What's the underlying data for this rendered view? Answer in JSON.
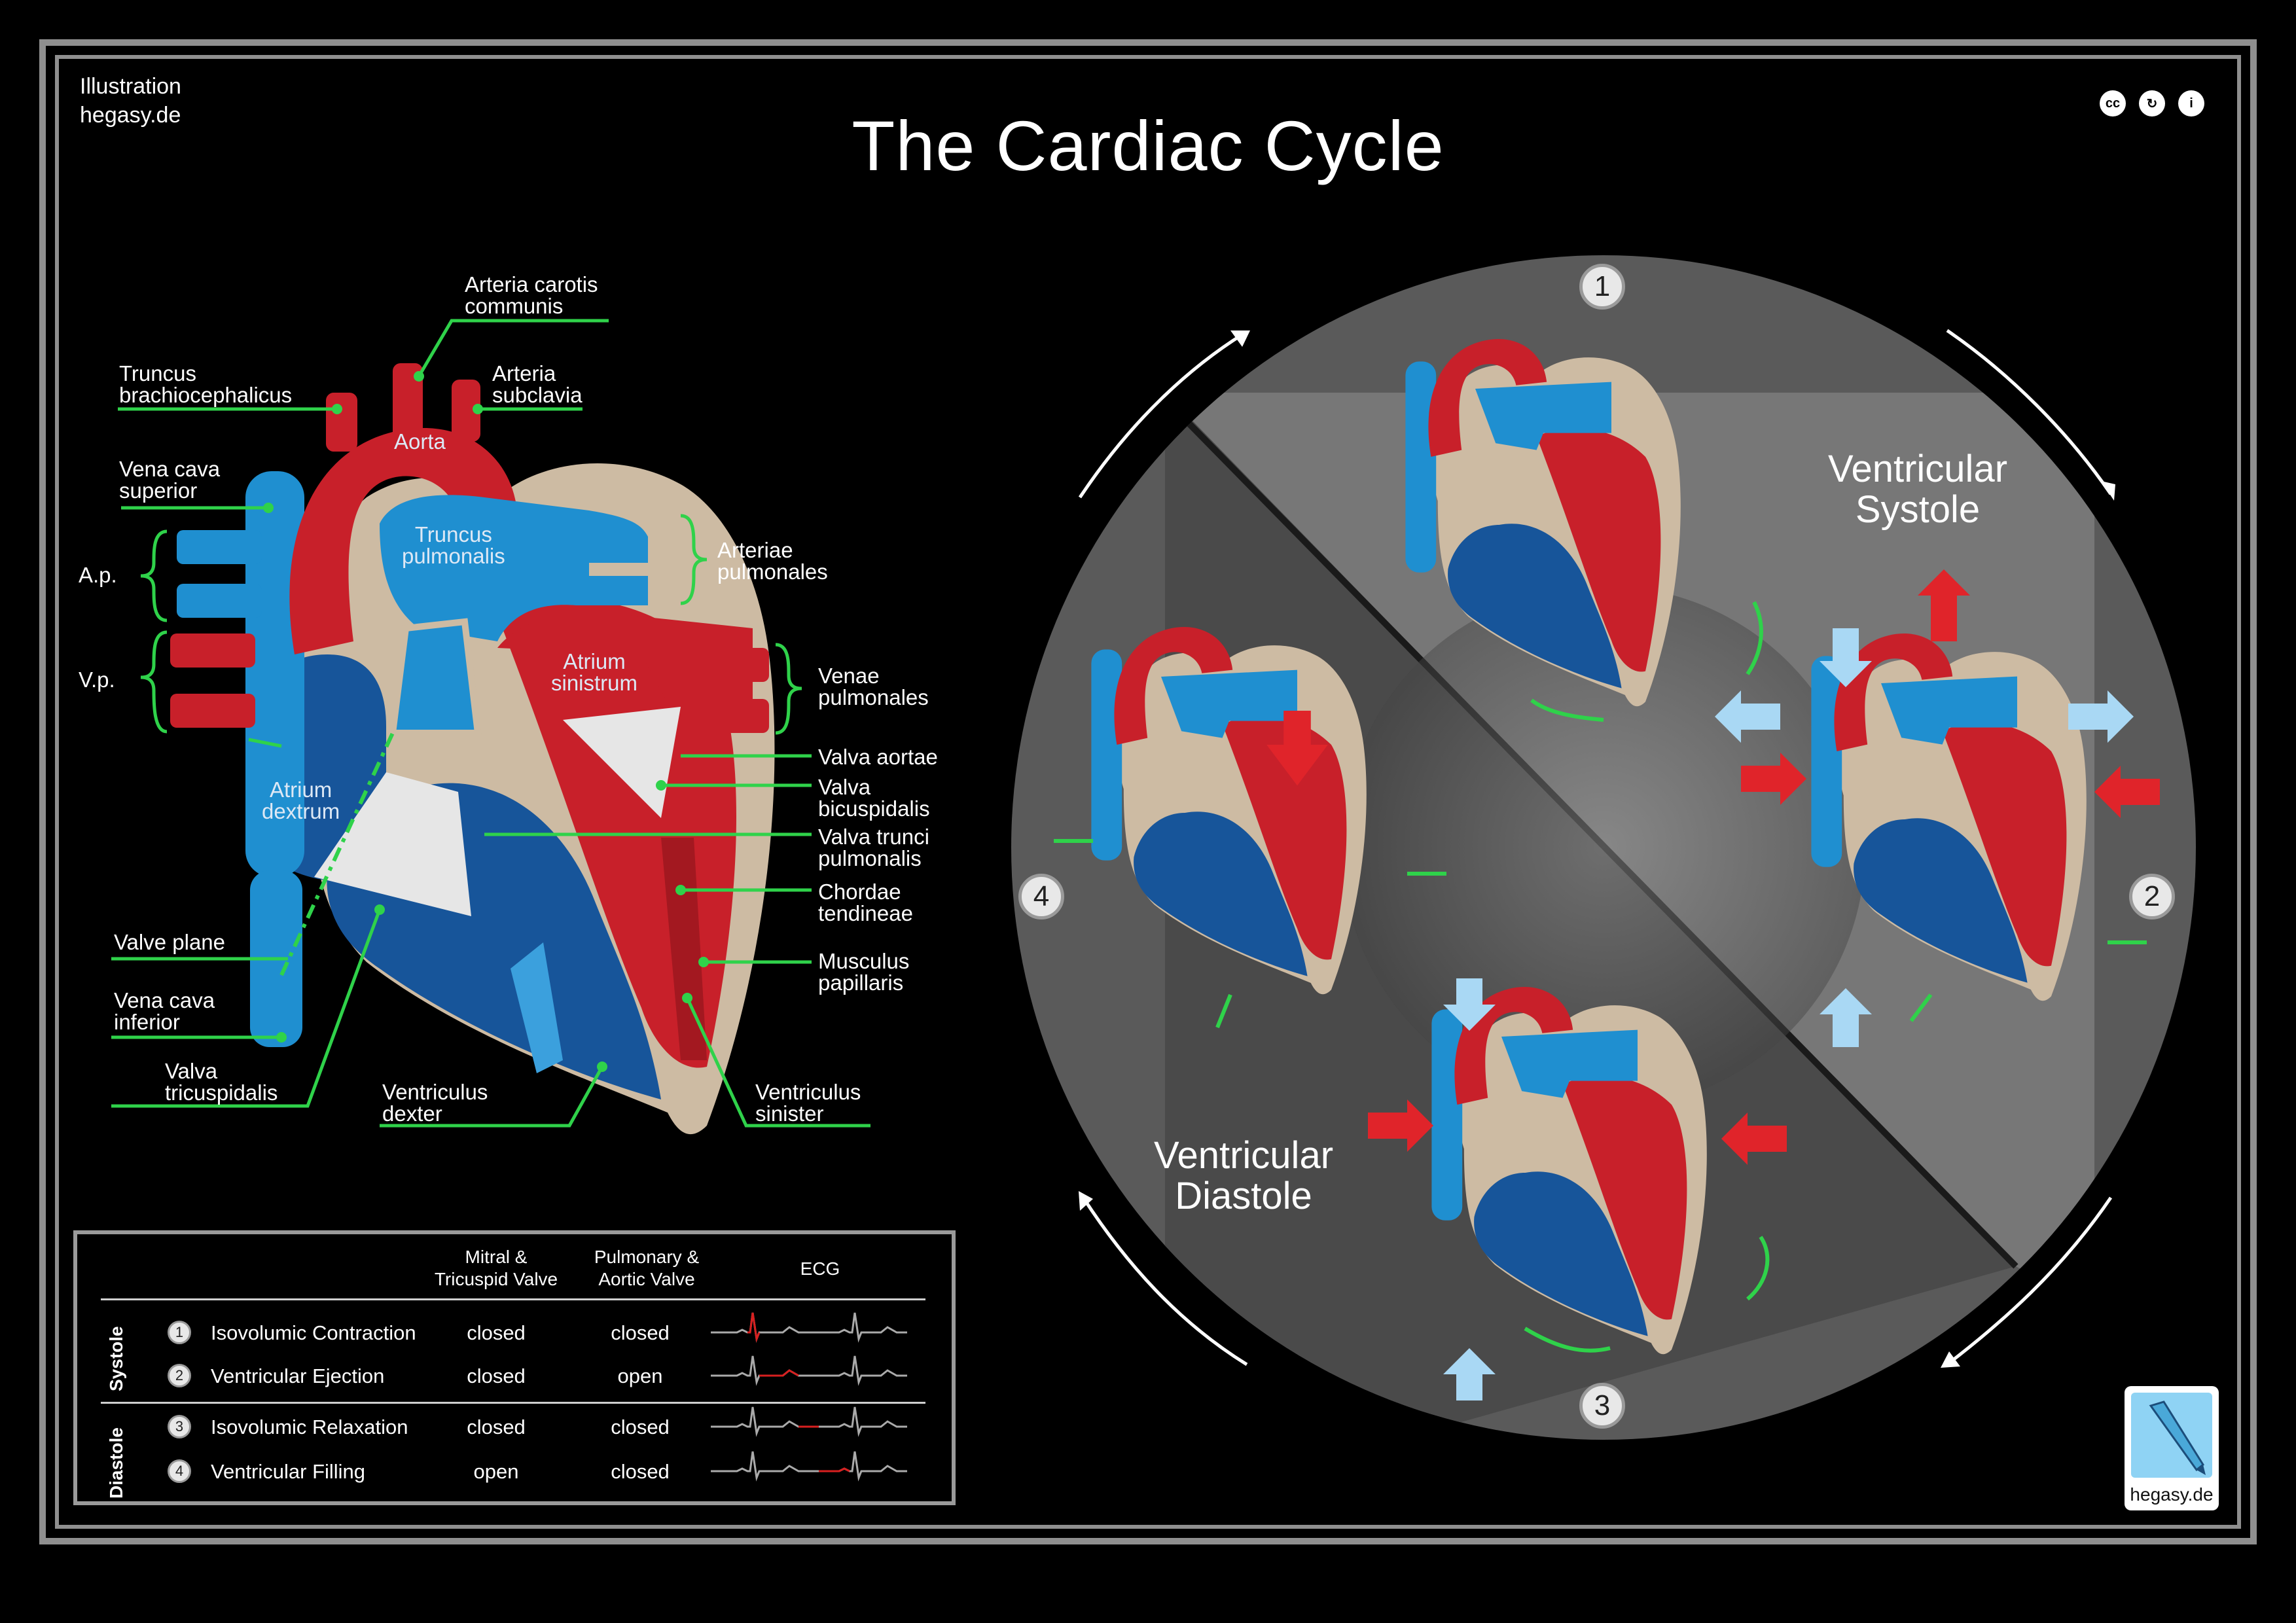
{
  "credit": {
    "line1": "Illustration",
    "line2": "hegasy.de"
  },
  "title": "The Cardiac Cycle",
  "license_icons": [
    "cc-icon",
    "by-icon",
    "info-icon"
  ],
  "anatomy_labels": {
    "carotis": [
      "Arteria carotis",
      "communis"
    ],
    "brachio": [
      "Truncus",
      "brachiocephalicus"
    ],
    "subclavia": [
      "Arteria",
      "subclavia"
    ],
    "aorta": "Aorta",
    "vcs": [
      "Vena cava",
      "superior"
    ],
    "truncus_pulm": [
      "Truncus",
      "pulmonalis"
    ],
    "arteriae_pulm": [
      "Arteriae",
      "pulmonales"
    ],
    "ap": "A.p.",
    "vp": "V.p.",
    "atrium_sin": [
      "Atrium",
      "sinistrum"
    ],
    "venae_pulm": [
      "Venae",
      "pulmonales"
    ],
    "atrium_dex": [
      "Atrium",
      "dextrum"
    ],
    "valva_aortae": "Valva aortae",
    "valva_bicusp": [
      "Valva",
      "bicuspidalis"
    ],
    "valva_trunci": [
      "Valva trunci",
      "pulmonalis"
    ],
    "chordae": [
      "Chordae",
      "tendineae"
    ],
    "musculus": [
      "Musculus",
      "papillaris"
    ],
    "valve_plane": "Valve plane",
    "vci": [
      "Vena cava",
      "inferior"
    ],
    "valva_tricusp": [
      "Valva",
      "tricuspidalis"
    ],
    "ventr_dex": [
      "Ventriculus",
      "dexter"
    ],
    "ventr_sin": [
      "Ventriculus",
      "sinister"
    ]
  },
  "cycle": {
    "systole_label": [
      "Ventricular",
      "Systole"
    ],
    "diastole_label": [
      "Ventricular",
      "Diastole"
    ],
    "badges": [
      "1",
      "2",
      "3",
      "4"
    ]
  },
  "table": {
    "headers": {
      "av_valve": [
        "Mitral &",
        "Tricuspid Valve"
      ],
      "sl_valve": [
        "Pulmonary &",
        "Aortic Valve"
      ],
      "ecg": "ECG"
    },
    "groups": [
      "Systole",
      "Diastole"
    ],
    "rows": [
      {
        "num": "1",
        "phase": "Isovolumic Contraction",
        "av": "closed",
        "sl": "closed",
        "ecg_segment": "qrs"
      },
      {
        "num": "2",
        "phase": "Ventricular Ejection",
        "av": "closed",
        "sl": "open",
        "ecg_segment": "st"
      },
      {
        "num": "3",
        "phase": "Isovolumic Relaxation",
        "av": "closed",
        "sl": "closed",
        "ecg_segment": "tp-early"
      },
      {
        "num": "4",
        "phase": "Ventricular Filling",
        "av": "open",
        "sl": "closed",
        "ecg_segment": "tp-late"
      }
    ]
  },
  "logo_text": "hegasy.de",
  "colors": {
    "artery": "#c8202a",
    "vein": "#1f8fd0",
    "vein_dark": "#17559a",
    "wall": "#cdbba3",
    "pointer": "#2fd24a",
    "frame": "#8f8f8f",
    "ecg_highlight": "#d81f1f"
  }
}
